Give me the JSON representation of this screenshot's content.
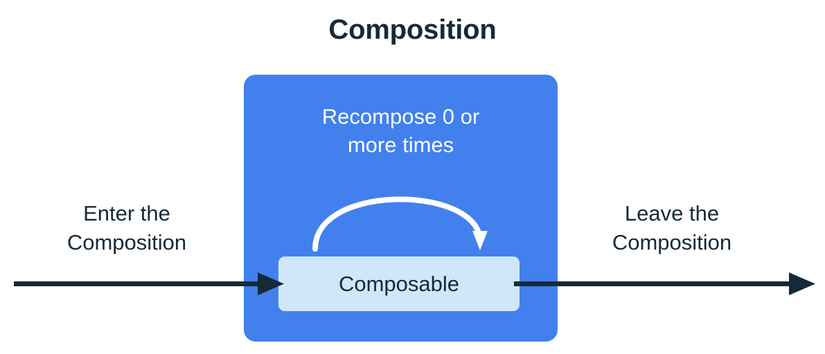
{
  "title": "Composition",
  "composition_box": {
    "name": "Composition",
    "fill_color": "#4280ee",
    "recompose_caption": {
      "line1": "Recompose 0 or",
      "line2": "more times",
      "text_color": "#ffffff"
    },
    "loop_arrow": {
      "icon": "curved-loop-arrow-icon",
      "color": "#ffffff",
      "direction": "clockwise-over-composable"
    },
    "composable": {
      "label": "Composable",
      "fill_color": "#d0e7fb",
      "text_color": "#152a38"
    }
  },
  "enter_flow": {
    "label_line1": "Enter the",
    "label_line2": "Composition",
    "arrow_icon": "right-arrow-icon",
    "arrow_color": "#152a38"
  },
  "leave_flow": {
    "label_line1": "Leave the",
    "label_line2": "Composition",
    "arrow_icon": "right-arrow-icon",
    "arrow_color": "#152a38"
  },
  "colors": {
    "background": "#ffffff",
    "accent_blue": "#4280ee",
    "light_blue": "#d0e7fb",
    "dark_navy": "#152a38",
    "white": "#ffffff"
  }
}
